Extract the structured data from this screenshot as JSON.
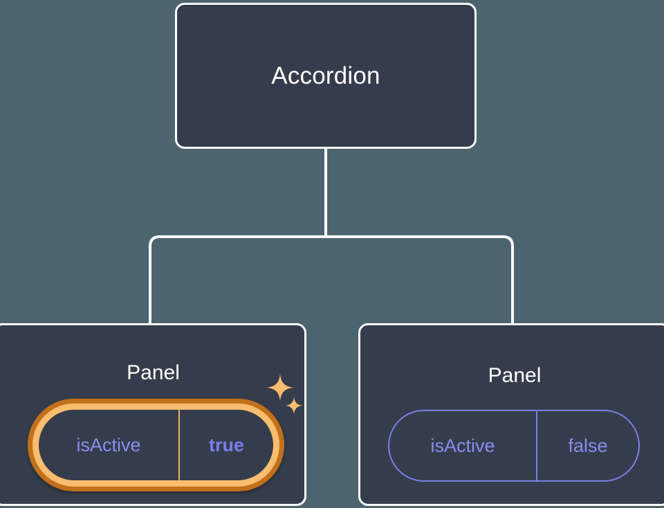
{
  "diagram": {
    "type": "component-tree",
    "background_color": "#4C646E",
    "node_fill_color": "#353D4C",
    "node_border_color": "#FFFFFF",
    "connector_color": "#FFFFFF",
    "root": {
      "label": "Accordion"
    },
    "children": [
      {
        "label": "Panel",
        "highlighted": true,
        "prop": {
          "key": "isActive",
          "value": "true"
        },
        "highlight_colors": {
          "ring_outer": "#C3701A",
          "ring_inner": "#F8BD6E",
          "divider": "#F3B463",
          "value_text": "#7B7DEE",
          "key_text": "#8A8CF2"
        },
        "sparkles": [
          "sparkle-large-icon",
          "sparkle-small-icon"
        ]
      },
      {
        "label": "Panel",
        "highlighted": false,
        "prop": {
          "key": "isActive",
          "value": "false"
        },
        "pill_colors": {
          "border": "#7B7FE8",
          "divider": "#7B7FE8",
          "key_text": "#8A8CF2",
          "value_text": "#8A8CF2"
        }
      }
    ]
  }
}
